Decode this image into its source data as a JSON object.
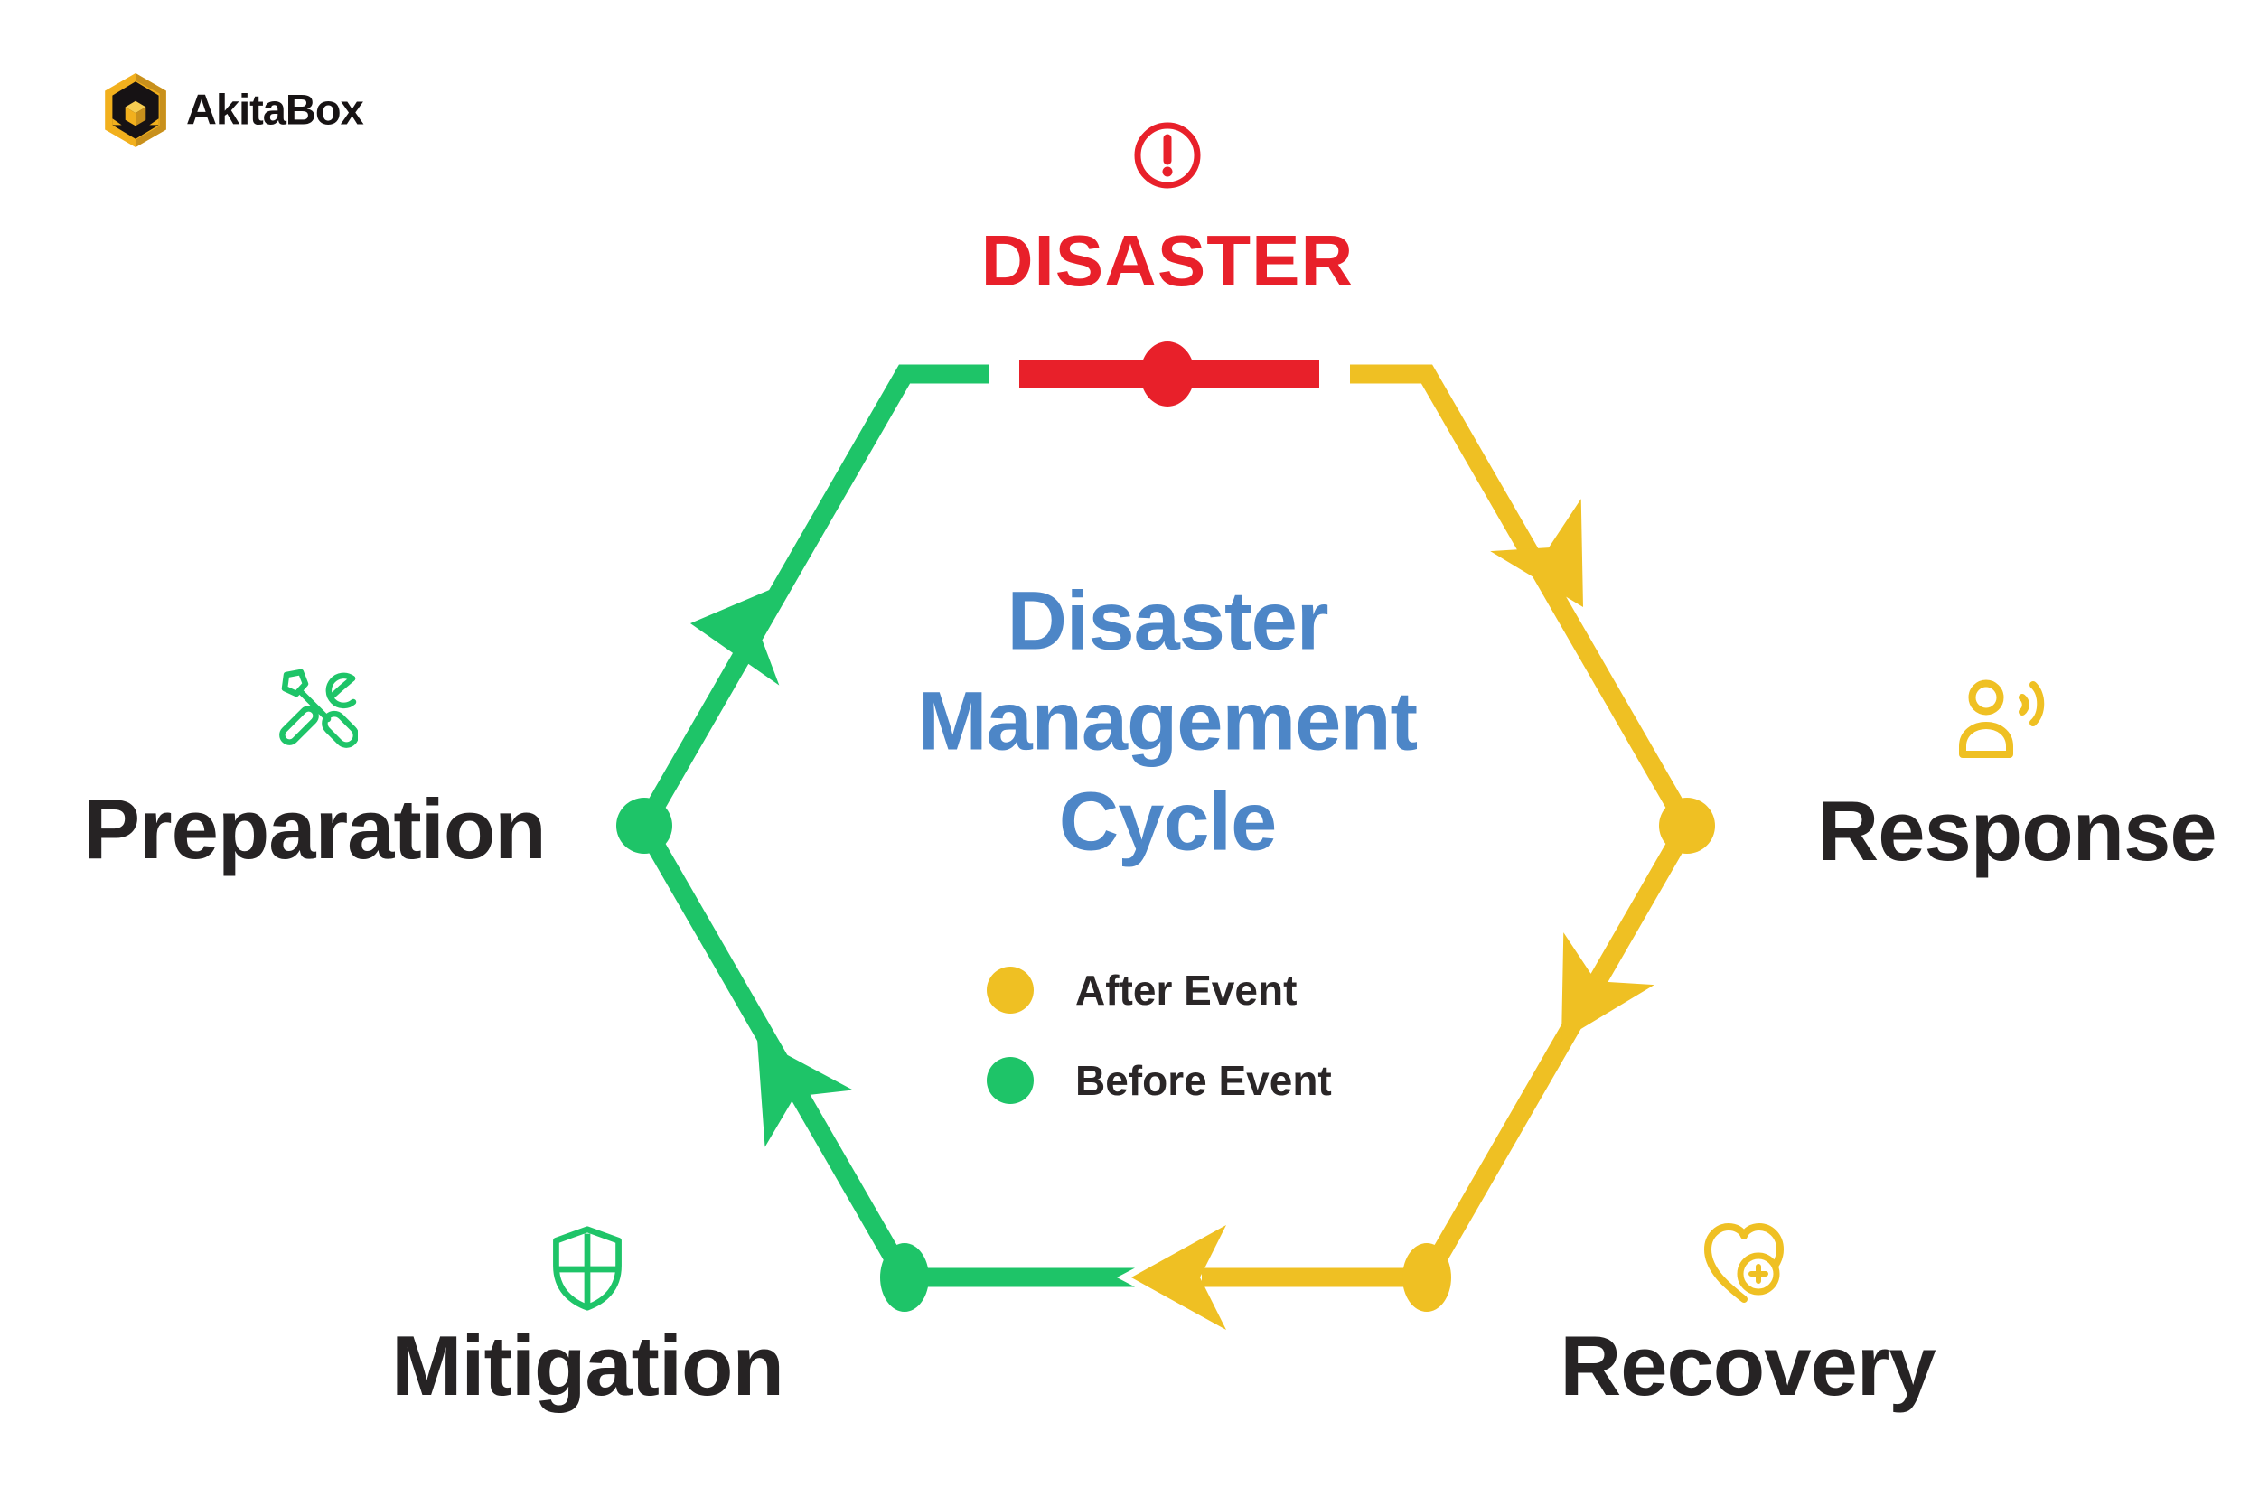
{
  "logo": {
    "brand": "AkitaBox",
    "icon": "akitabox-hex-cube-icon"
  },
  "disaster": {
    "label": "DISASTER",
    "icon": "alert-exclamation-circle-icon"
  },
  "center_title": {
    "line1": "Disaster",
    "line2": "Management",
    "line3": "Cycle"
  },
  "nodes": {
    "response": {
      "label": "Response",
      "icon": "person-announcing-icon",
      "phase": "after"
    },
    "recovery": {
      "label": "Recovery",
      "icon": "heart-medical-plus-icon",
      "phase": "after"
    },
    "mitigation": {
      "label": "Mitigation",
      "icon": "shield-cross-icon",
      "phase": "before"
    },
    "preparation": {
      "label": "Preparation",
      "icon": "crossed-tools-icon",
      "phase": "before"
    }
  },
  "legend": {
    "after": {
      "label": "After Event",
      "color": "#efc023"
    },
    "before": {
      "label": "Before Event",
      "color": "#1ec468"
    }
  },
  "colors": {
    "red": "#e8202a",
    "yellow": "#efc023",
    "green": "#1ec468",
    "blue": "#4d86c7",
    "ink": "#262324",
    "gold": "#f2b01d",
    "gold-dark": "#c8901c",
    "gold-light": "#f6cd52",
    "legend-ink": "#2a2627",
    "logo-ink": "#171314"
  }
}
